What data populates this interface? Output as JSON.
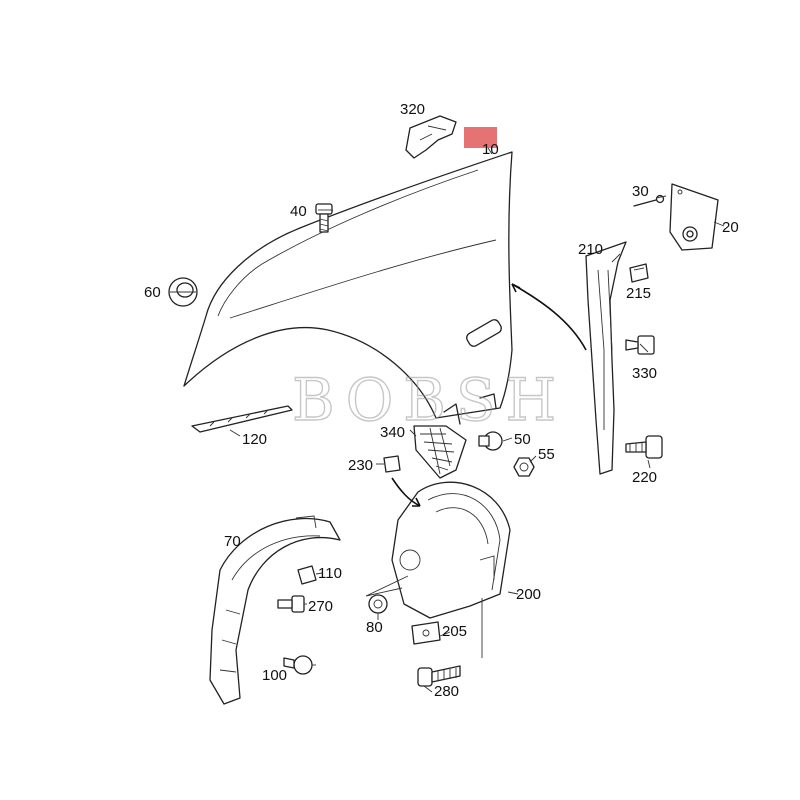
{
  "diagram": {
    "labels": {
      "p320": "320",
      "p10": "10",
      "p30": "30",
      "p20": "20",
      "p40": "40",
      "p210": "210",
      "p215": "215",
      "p60": "60",
      "p330": "330",
      "p120": "120",
      "p340": "340",
      "p50": "50",
      "p55": "55",
      "p230": "230",
      "p220": "220",
      "p70": "70",
      "p110": "110",
      "p270": "270",
      "p200": "200",
      "p80": "80",
      "p205": "205",
      "p100": "100",
      "p280": "280"
    },
    "watermark": "BOBSH",
    "colors": {
      "highlight": "#e57373",
      "line": "#222222",
      "watermark": "#9a9a9a"
    }
  }
}
